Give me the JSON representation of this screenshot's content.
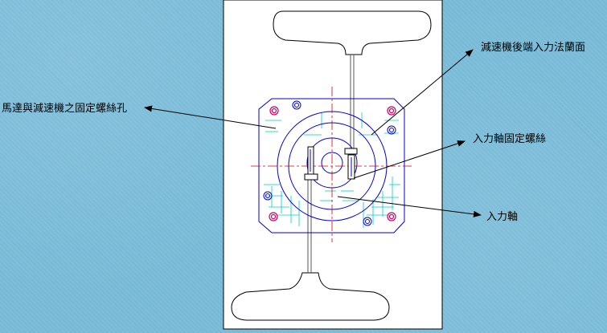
{
  "labels": {
    "mount_holes": "馬達與減速機之固定螺絲孔",
    "input_flange": "減速機後端入力法蘭面",
    "input_shaft_screw": "入力軸固定螺絲",
    "input_shaft": "入力軸"
  },
  "colors": {
    "background": "#79bcd9",
    "sheet": "#ffffff",
    "outline": "#000000",
    "blueprint": "#0000cc",
    "centerline": "#dd0000",
    "hatch": "#00cccc",
    "bolt_hole": "#cc0066"
  }
}
